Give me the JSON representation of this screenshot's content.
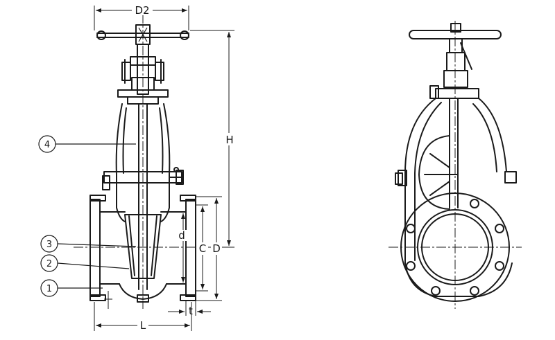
{
  "front_view": {
    "dimensions": {
      "top_width": "D2",
      "height": "H",
      "bore": "d",
      "bolt_circle": "C",
      "flange_outer": "D",
      "flange_thickness": "t",
      "length": "L"
    },
    "callouts": [
      "4",
      "3",
      "2",
      "1"
    ]
  },
  "side_view": {}
}
